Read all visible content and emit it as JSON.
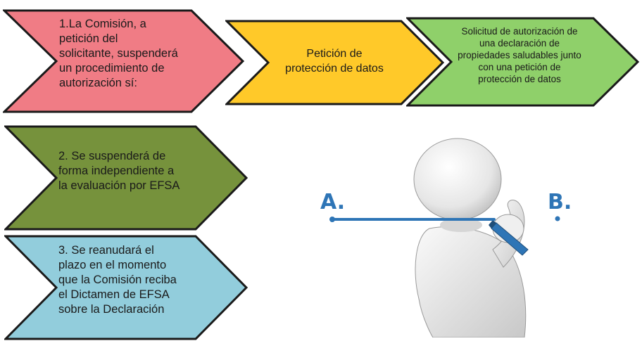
{
  "colors": {
    "red": "#f07c85",
    "yellow": "#ffc929",
    "green_light": "#8fd06a",
    "olive": "#76923c",
    "blue": "#92cddc",
    "stroke": "#1a1a1a",
    "marker_line": "#2e75b6"
  },
  "steps": {
    "step1": "1.La Comisión, a\npetición del\nsolicitante, suspenderá\nun procedimiento de\nautorización sí:",
    "petition": "Petición de\nprotección de datos",
    "request": "Solicitud de autorización de\nuna declaración de\npropiedades saludables junto\ncon una petición de\nprotección de datos",
    "step2": "2. Se suspenderá de\nforma independiente a\nla evaluación por EFSA",
    "step3": "3. Se reanudará el\nplazo en el momento\nque la Comisión reciba\nel Dictamen de EFSA\nsobre la Declaración"
  },
  "figure": {
    "point_a": "A.",
    "point_b": "B.",
    "icon": "person-drawing-line-icon"
  }
}
